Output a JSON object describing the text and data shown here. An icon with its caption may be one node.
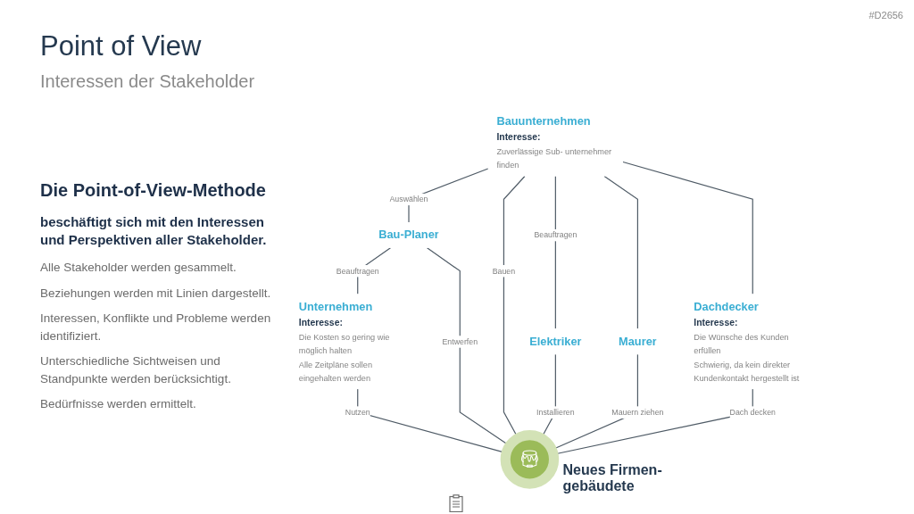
{
  "diagram": {
    "title": "Point of View",
    "nodes": [
      {
        "text": [
          "Bauunternehmen",
          "Interesse:",
          "Zuverlässige Sub- unternehmer finden"
        ]
      },
      {
        "text": [
          "Bau-Planer"
        ]
      },
      {
        "text": [
          "Unternehmen",
          "Interesse:",
          "Die Kosten so gering wie möglich halten",
          "Alle Zeitpläne sollen eingehalten werden"
        ]
      },
      {
        "text": [
          "Elektriker"
        ]
      },
      {
        "text": [
          "Maurer"
        ]
      },
      {
        "text": [
          "Dachdecker",
          "Interesse:",
          "Die Wünsche des Kunden erfüllen",
          "Schwierig, da kein direkter Kundenkontakt hergestellt ist"
        ]
      },
      {
        "text": [],
        "shape": "circle",
        "beside": [
          "Neues Firmen- gebäudete"
        ]
      }
    ],
    "edges": [
      {
        "from": 0,
        "to": 1,
        "arrow": "none",
        "label": "Auswählen"
      },
      {
        "from": 0,
        "to": 6,
        "arrow": "none",
        "label": "Bauen"
      },
      {
        "from": 0,
        "to": 3,
        "arrow": "none",
        "label": "Beauftragen"
      },
      {
        "from": 0,
        "to": 4,
        "arrow": "none"
      },
      {
        "from": 0,
        "to": 5,
        "arrow": "none"
      },
      {
        "from": 1,
        "to": 2,
        "arrow": "none",
        "label": "Beauftragen"
      },
      {
        "from": 1,
        "to": 6,
        "arrow": "none",
        "label": "Entwerfen"
      },
      {
        "from": 3,
        "to": 6,
        "arrow": "none",
        "label": "Installieren"
      },
      {
        "from": 4,
        "to": 6,
        "arrow": "none",
        "label": "Mauern ziehen"
      },
      {
        "from": 5,
        "to": 6,
        "arrow": "none",
        "label": "Dach decken"
      },
      {
        "from": 2,
        "to": 6,
        "arrow": "none",
        "label": "Nutzen"
      }
    ],
    "labels": [
      "#D2656",
      "Interessen der Stakeholder",
      "Die Point-of-View-Methode",
      "beschäftigt sich mit den Interessen und Perspektiven aller Stakeholder.",
      "Alle Stakeholder werden gesammelt.",
      "Beziehungen werden mit Linien dargestellt.",
      "Interessen, Konflikte und Probleme werden identifiziert.",
      "Unterschiedliche Sichtweisen und Standpunkte werden berücksichtigt.",
      "Bedürfnisse werden ermittelt."
    ]
  }
}
